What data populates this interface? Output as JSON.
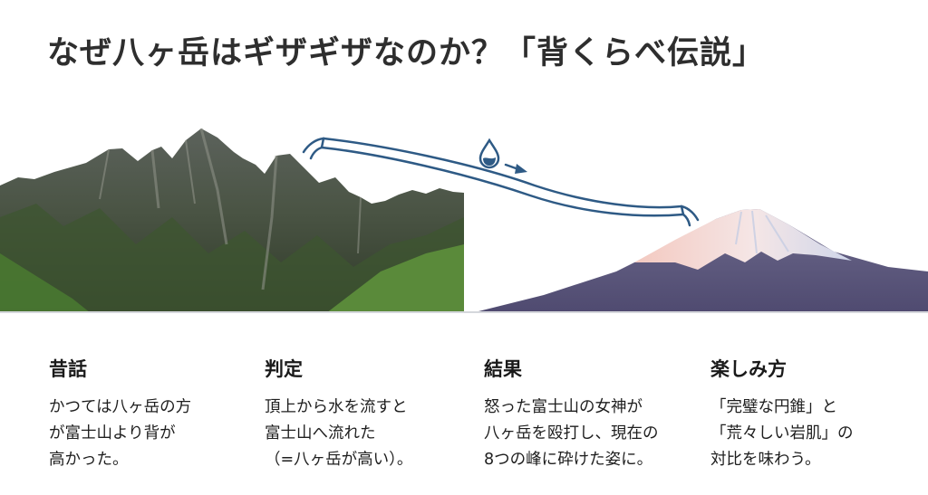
{
  "title": "なぜ八ヶ岳はギザギザなのか？「背くらべ伝説」",
  "illustration": {
    "left_mountain": "八ヶ岳 (jagged rocky peaks)",
    "right_mountain": "富士山 (snow-capped cone)",
    "pipe_icon": "water-pipe",
    "droplet_icon": "water-drop-icon",
    "arrow_icon": "arrow-right-icon",
    "colors": {
      "pipe": "#2e5a85",
      "rock_dark": "#3b4038",
      "grass": "#4f7a34",
      "fuji_base": "#5a5a7e",
      "fuji_snow": "#f1dcd6"
    }
  },
  "cards": [
    {
      "heading": "昔話",
      "body": "かつては八ヶ岳の方\nが富士山より背が\n高かった。"
    },
    {
      "heading": "判定",
      "body": "頂上から水を流すと\n富士山へ流れた\n（=八ヶ岳が高い）。"
    },
    {
      "heading": "結果",
      "body": "怒った富士山の女神が\n八ヶ岳を殴打し、現在の\n8つの峰に砕けた姿に。"
    },
    {
      "heading": "楽しみ方",
      "body": "「完璧な円錐」と\n「荒々しい岩肌」の\n対比を味わう。"
    }
  ]
}
